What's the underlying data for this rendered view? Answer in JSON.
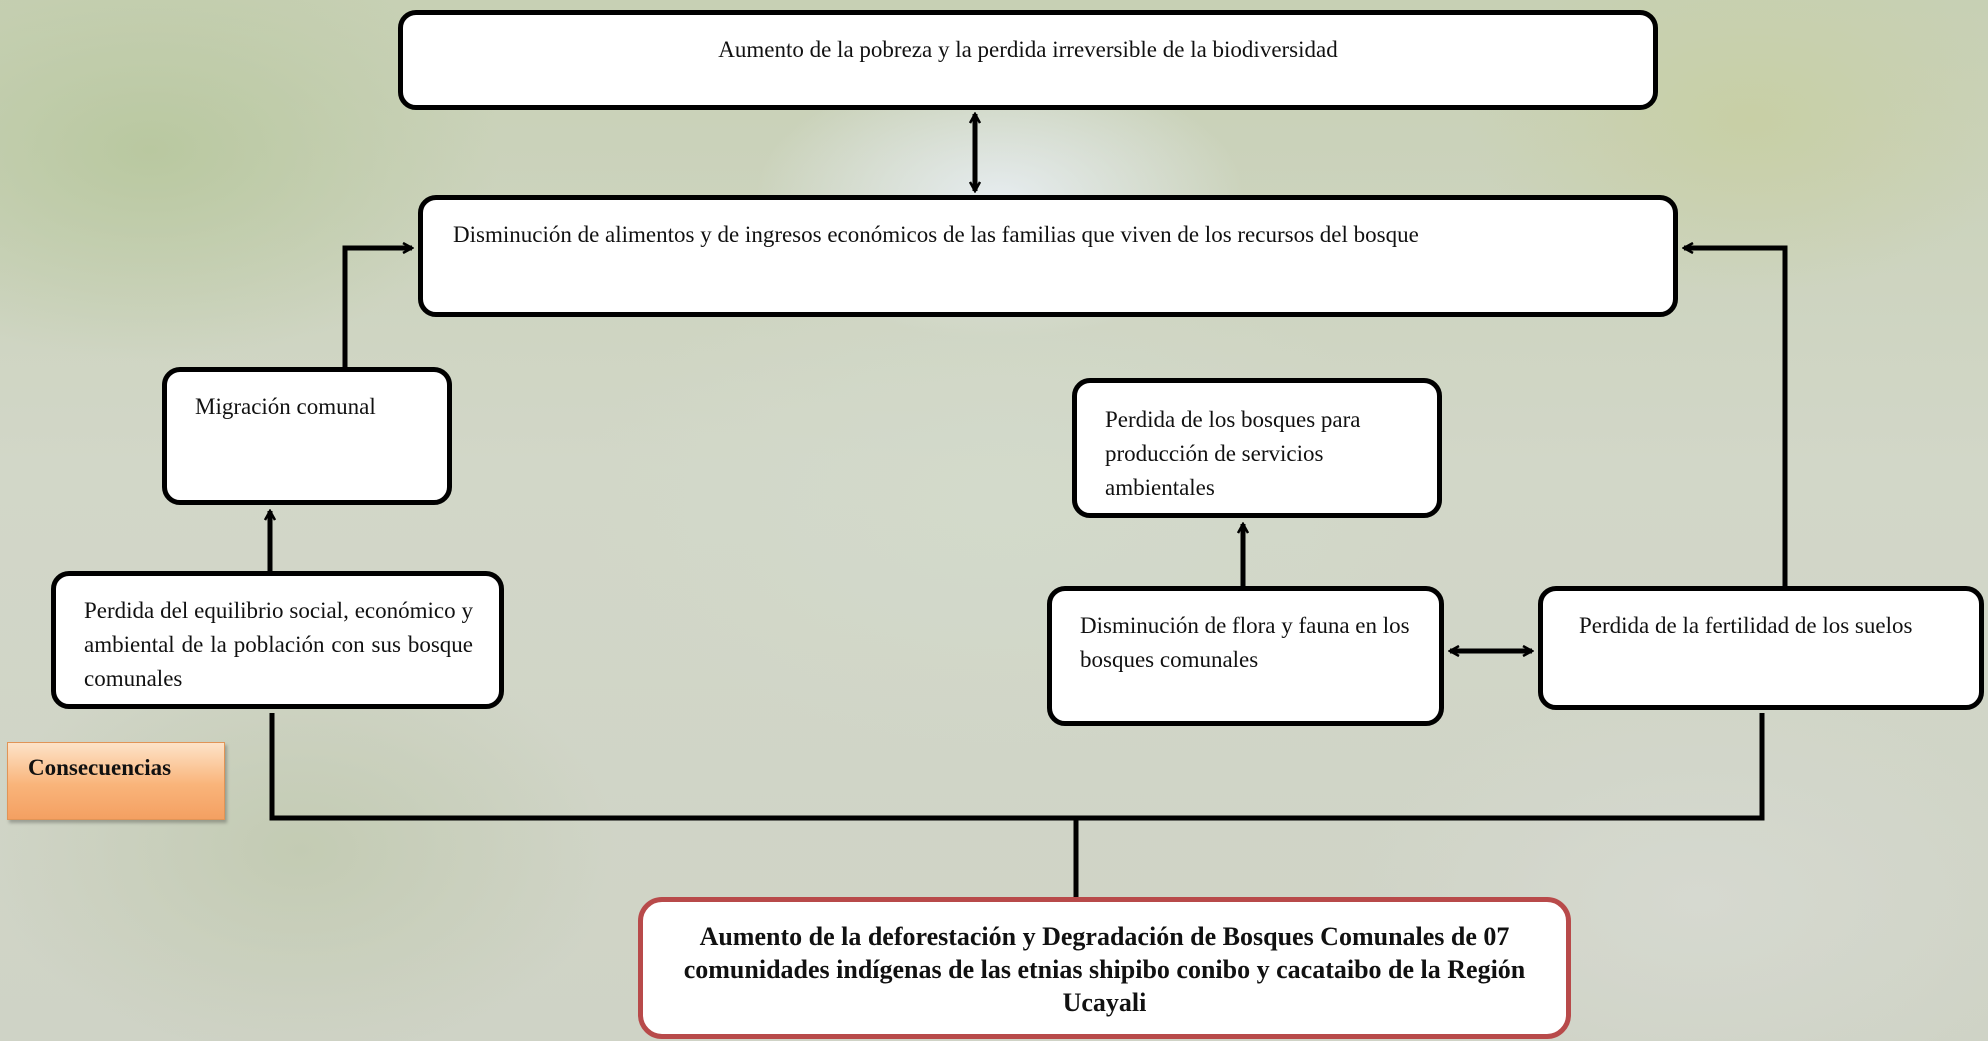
{
  "diagram": {
    "top_effect": "Aumento de la pobreza y la perdida irreversible de la biodiversidad",
    "food_income": "Disminución de alimentos y de ingresos económicos de  las familias que viven de los recursos del bosque",
    "migration": "Migración comunal",
    "balance_loss": "Perdida del equilibrio social, económico y ambiental de la población con sus bosque comunales",
    "forest_services_loss": "Perdida de  los bosques para producción de servicios ambientales",
    "flora_fauna": "Disminución de flora y fauna en los bosques comunales",
    "soil_fertility": "Perdida de la fertilidad de los suelos",
    "central_problem": "Aumento de la deforestación y Degradación  de Bosques Comunales de 07 comunidades indígenas de las etnias shipibo conibo y cacataibo de la Región Ucayali",
    "section_label": "Consecuencias"
  }
}
